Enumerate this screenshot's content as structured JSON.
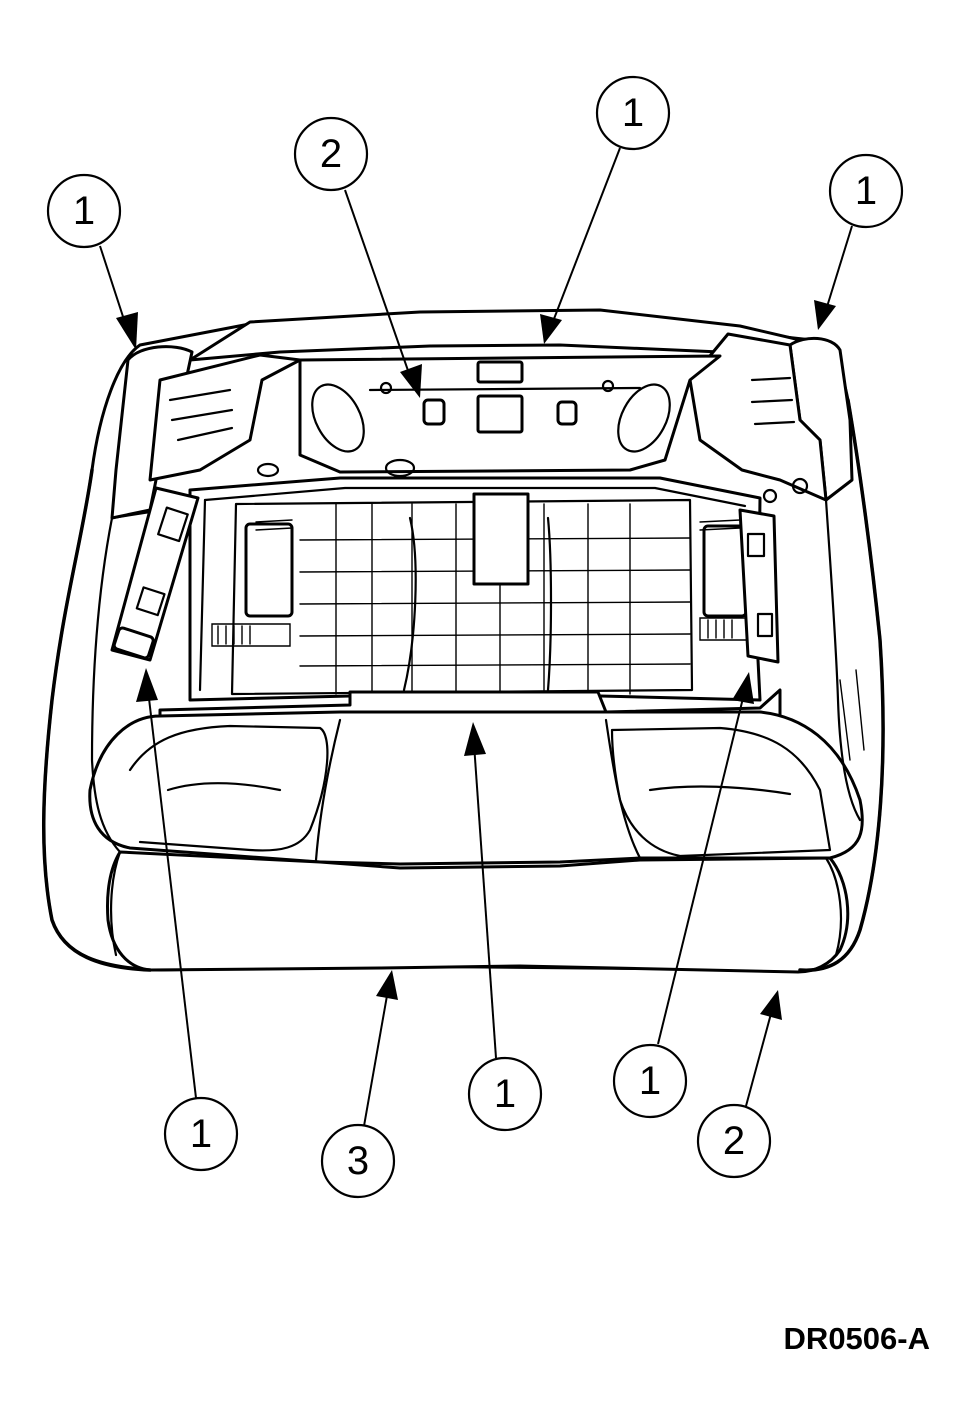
{
  "figure_id": "DR0506-A",
  "callouts": [
    {
      "label": "1"
    },
    {
      "label": "2"
    },
    {
      "label": "1"
    },
    {
      "label": "1"
    },
    {
      "label": "1"
    },
    {
      "label": "3"
    },
    {
      "label": "1"
    },
    {
      "label": "1"
    },
    {
      "label": "2"
    }
  ]
}
